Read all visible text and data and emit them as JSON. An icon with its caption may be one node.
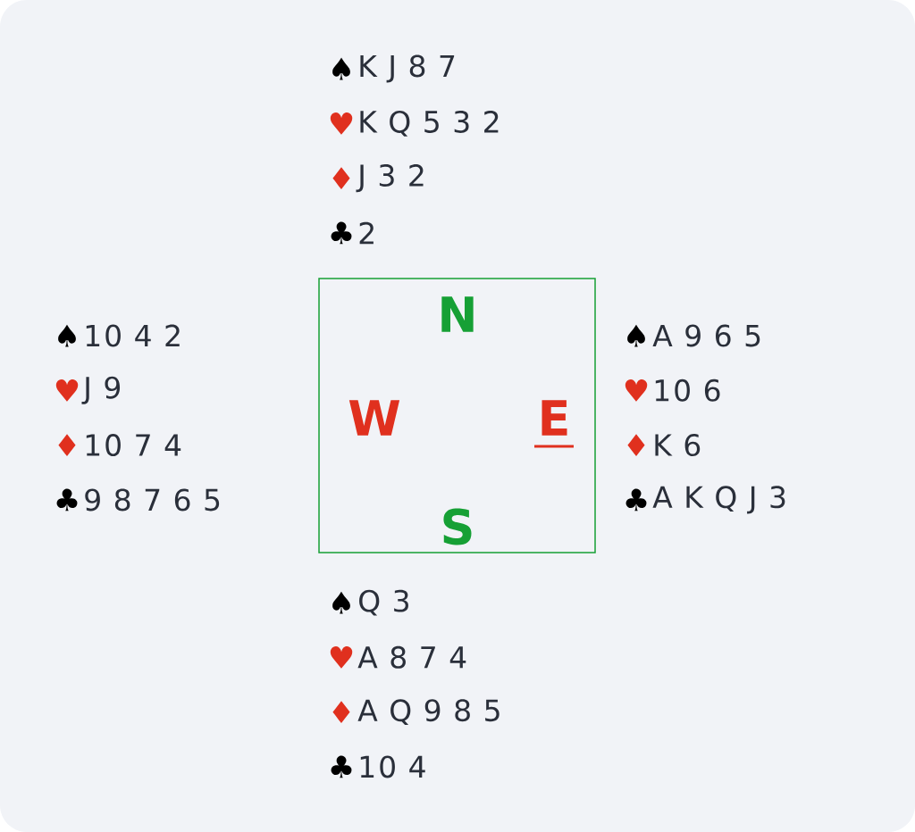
{
  "diagram": {
    "nodes": [
      {
        "text": [
          "N",
          "W",
          "E",
          "S"
        ]
      }
    ],
    "edges": [],
    "labels": [
      "♠",
      "K J 8 7",
      "♥",
      "K Q 5 3 2",
      "♦",
      "J 3 2",
      "♣",
      "2",
      "♠",
      "10 4 2",
      "♥",
      "J 9",
      "♦",
      "10 7 4",
      "♣",
      "9 8 7 6 5",
      "♠",
      "A 9 6 5",
      "♥",
      "10 6",
      "♦",
      "K 6",
      "♣",
      "A K Q J 3",
      "♠",
      "Q 3",
      "♥",
      "A 8 7 4",
      "♦",
      "A Q 9 8 5",
      "♣",
      "10 4"
    ]
  }
}
